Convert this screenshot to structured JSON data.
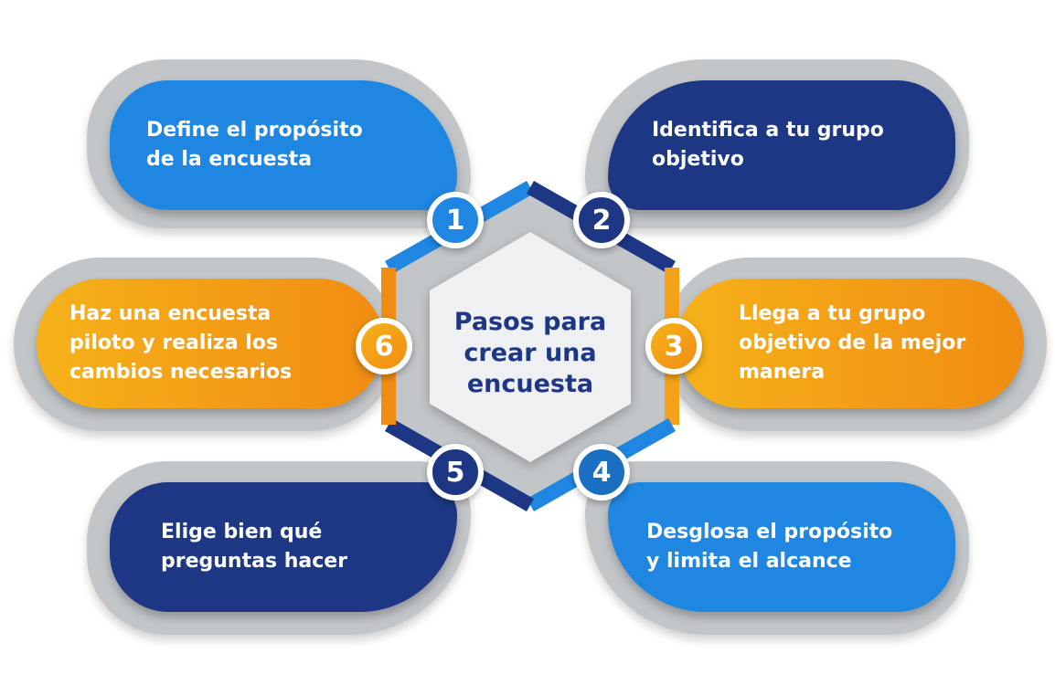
{
  "title": "Pasos para\ncrear una\nencuesta",
  "colors": {
    "blue": "#1f86e2",
    "navy": "#1d3784",
    "orange": "#f39c12",
    "gray": "#c3c6c9",
    "hex_fill": "#eef0f2"
  },
  "steps": [
    {
      "number": "1",
      "text": "Define el propósito\nde la encuesta",
      "color": "blue"
    },
    {
      "number": "2",
      "text": "Identifica a tu grupo\nobjetivo",
      "color": "navy"
    },
    {
      "number": "3",
      "text": "Llega a tu grupo\nobjetivo de la mejor\nmanera",
      "color": "orange"
    },
    {
      "number": "4",
      "text": "Desglosa el propósito\ny limita el alcance",
      "color": "blue"
    },
    {
      "number": "5",
      "text": "Elige bien qué\npreguntas hacer",
      "color": "navy"
    },
    {
      "number": "6",
      "text": "Haz una encuesta\npiloto y realiza los\ncambios necesarios",
      "color": "orange"
    }
  ]
}
